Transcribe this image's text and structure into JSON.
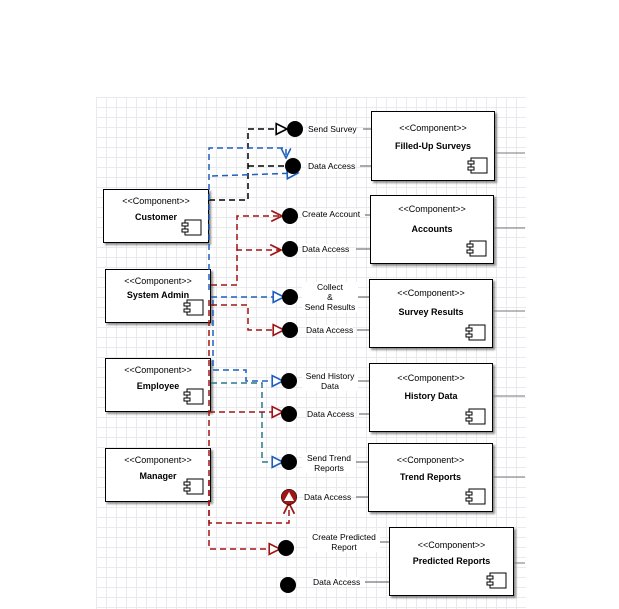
{
  "colors": {
    "black": "#000000",
    "blue": "#1f5fbf",
    "red": "#a01515",
    "teal": "#2a7a8a"
  },
  "stereotype": "<<Component>>",
  "actors": {
    "customer": "Customer",
    "system_admin": "System Admin",
    "employee": "Employee",
    "manager": "Manager"
  },
  "components": {
    "filled_up_surveys": "Filled-Up Surveys",
    "accounts": "Accounts",
    "survey_results": "Survey Results",
    "history_data": "History Data",
    "trend_reports": "Trend Reports",
    "predicted_reports": "Predicted Reports"
  },
  "ports": {
    "send_survey": "Send Survey",
    "data_access": "Data Access",
    "create_account": "Create Account",
    "collect_line1": "Collect",
    "collect_line2": "&",
    "collect_line3": "Send Results",
    "send_history_line1": "Send History",
    "send_history_line2": "Data",
    "send_trend_line1": "Send Trend",
    "send_trend_line2": "Reports",
    "create_predicted_line1": "Create Predicted",
    "create_predicted_line2": "Report"
  }
}
